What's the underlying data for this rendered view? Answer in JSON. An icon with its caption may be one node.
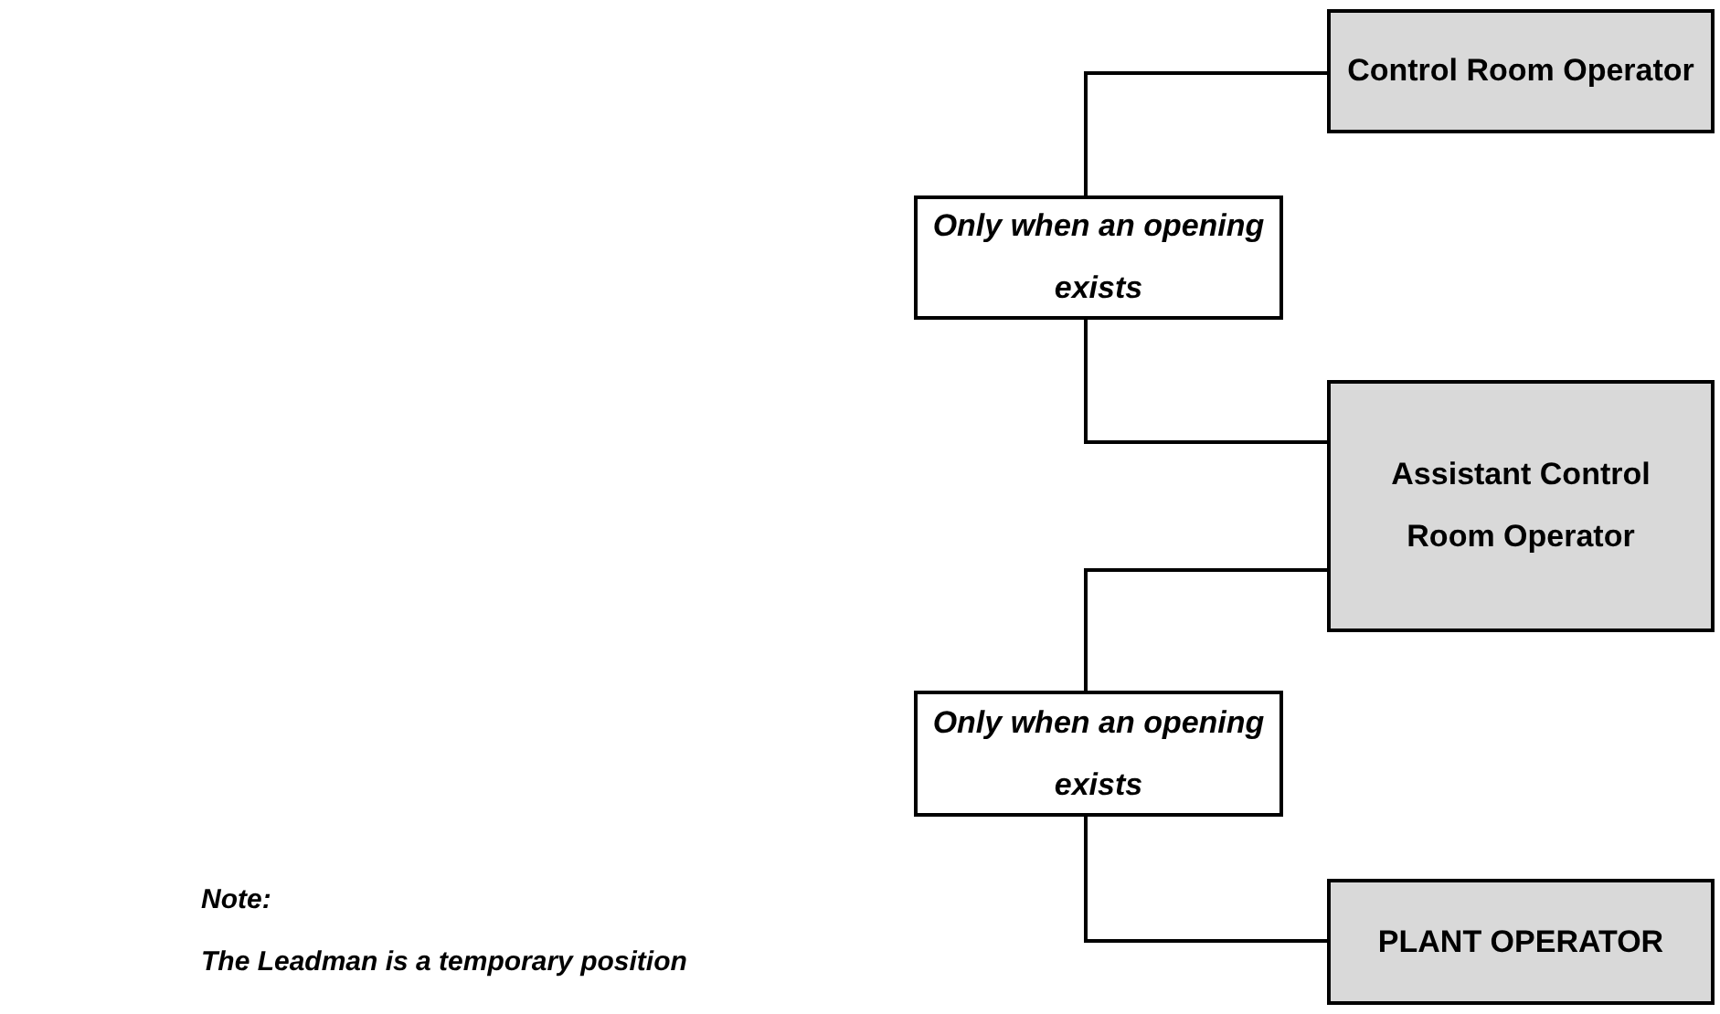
{
  "diagram": {
    "nodes": [
      {
        "text": [
          "Control Room Operator"
        ]
      },
      {
        "text": [
          "Only when an opening exists"
        ]
      },
      {
        "text": [
          "Assistant Control Room Operator"
        ]
      },
      {
        "text": [
          "Only when an opening exists"
        ]
      },
      {
        "text": [
          "PLANT OPERATOR"
        ]
      }
    ],
    "edges": [
      {
        "from": 1,
        "to": 0,
        "arrow": "none"
      },
      {
        "from": 1,
        "to": 2,
        "arrow": "none"
      },
      {
        "from": 3,
        "to": 2,
        "arrow": "none"
      },
      {
        "from": 3,
        "to": 4,
        "arrow": "none"
      }
    ],
    "labels": [
      "Note:",
      "The Leadman is a temporary position"
    ]
  }
}
